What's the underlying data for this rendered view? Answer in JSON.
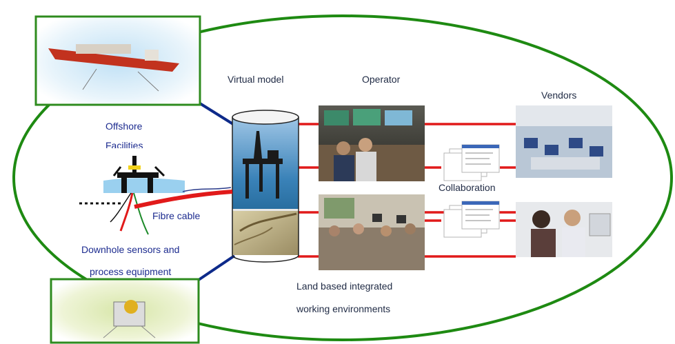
{
  "labels": {
    "virtual_model": "Virtual model",
    "operator": "Operator",
    "vendors": "Vendors",
    "offshore": "Offshore",
    "facilities": "Facilities",
    "collaboration": "Collaboration",
    "fibre_cable": "Fibre cable",
    "downhole_line1": "Downhole sensors and",
    "downhole_line2": "process equipment",
    "land_line1": "Land based integrated",
    "land_line2": "working environments"
  },
  "colors": {
    "ellipse": "#1e8a12",
    "frame": "#2e8b1e",
    "link_red": "#e11a1a",
    "link_blue": "#0d2a8a",
    "label": "#1f2a44"
  }
}
